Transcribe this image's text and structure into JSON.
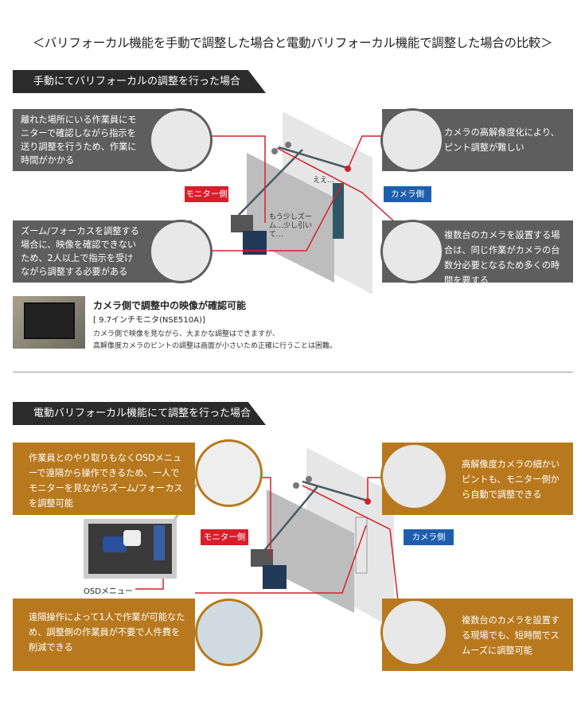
{
  "title": "＜バリフォーカル機能を手動で調整した場合と電動バリフォーカル機能で調整した場合の比較＞",
  "manual": {
    "heading": "手動にてバリフォーカルの調整を行った場合",
    "box_top_left": "離れた場所にいる作業員にモニターで確認しながら指示を送り調整を行うため、作業に時間がかかる",
    "box_bottom_left": "ズーム/フォーカスを調整する場合に、映像を確認できないため、2人以上で指示を受けながら調整する必要がある",
    "box_top_right": "カメラの高解像度化により、ピント調整が難しい",
    "box_bottom_right": "複数台のカメラを設置する場合は、同じ作業がカメラの台数分必要となるため多くの時間を要する",
    "monitor_label": "モニター側",
    "camera_label": "カメラ側",
    "speech_worker": "ええ…",
    "speech_monitor": "もう少しズーム…少し引いて…",
    "product_title": "カメラ側で調整中の映像が確認可能",
    "product_model": "[ 9.7インチモニタ(NSE510A)]",
    "product_desc_1": "カメラ側で映像を見ながら、大まかな調整はできますが、",
    "product_desc_2": "高解像度カメラのピントの調整は画面が小さいため正確に行うことは困難。"
  },
  "electric": {
    "heading": "電動バリフォーカル機能にて調整を行った場合",
    "box_top_left": "作業員とのやり取りもなくOSDメニューで遠隔から操作できるため、一人でモニターを見ながらズーム/フォーカスを調整可能",
    "box_bottom_left": "遠隔操作によって1人で作業が可能なため、調整側の作業員が不要で人件費を削減できる",
    "box_top_right": "高解像度カメラの細かいピントも、モニター側から自動で調整できる",
    "box_bottom_right": "複数台のカメラを設置する現場でも、短時間でスムーズに調整可能",
    "monitor_label": "モニター側",
    "camera_label": "カメラ側",
    "osd_label": "OSDメニュー"
  },
  "colors": {
    "gray": "#5e5e5e",
    "orange": "#b8791e",
    "red": "#d81e2a",
    "blue": "#1d5fae"
  }
}
